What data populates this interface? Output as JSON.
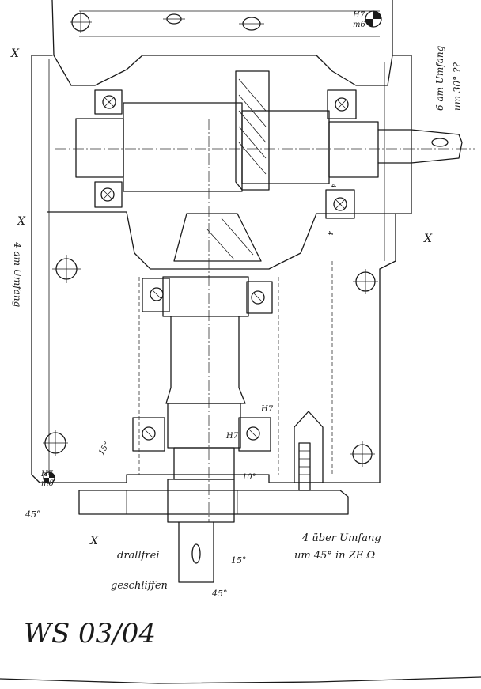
{
  "sheet": {
    "title": "WS 03/04",
    "paper_color": "#ffffff",
    "ink_color": "#1a1a1a"
  },
  "annotations": {
    "fit_h7_m6_top": "H7",
    "fit_m6_top": "m6",
    "fit_h7_m6_bottom_h": "H7",
    "fit_h7_m6_bottom_m": "m6",
    "fit_h7_bearing_right": "H7",
    "fit_h7_bearing_left": "H7",
    "note_6_screws": "6 am Umfang",
    "note_6_screws_angle": "um 30° ??",
    "note_4_screws_left": "4 am Umfang",
    "note_4_screws_bottom": "4 über Umfang",
    "note_4_screws_bottom_2": "um 45° in ZE Ω",
    "note_drallfrei": "drallfrei",
    "note_geschliffen": "geschliffen",
    "angle_15_left": "15°",
    "angle_10_right": "10°",
    "angle_15_bottom": "15°",
    "angle_45_left": "45°",
    "angle_45_bottom": "45°",
    "bearing_marker_left": "4",
    "bearing_marker_right": "4",
    "x_marker": "X"
  }
}
